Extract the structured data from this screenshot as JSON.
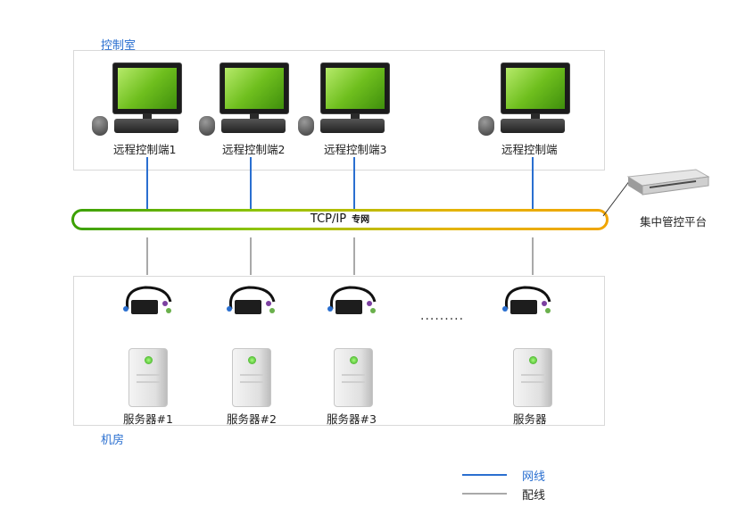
{
  "control_room": {
    "label": "控制室",
    "clients": [
      "远程控制端1",
      "远程控制端2",
      "远程控制端3",
      "远程控制端"
    ]
  },
  "network": {
    "bus_main": "TCP/IP",
    "bus_sub": "专网"
  },
  "platform": {
    "label": "集中管控平台"
  },
  "machine_room": {
    "label": "机房",
    "servers": [
      "服务器#1",
      "服务器#2",
      "服务器#3",
      "服务器"
    ],
    "ellipsis": "........."
  },
  "legend": {
    "items": [
      {
        "label": "网线",
        "color": "#2a6fd0"
      },
      {
        "label": "配线",
        "color": "#a9a9a9"
      }
    ]
  }
}
